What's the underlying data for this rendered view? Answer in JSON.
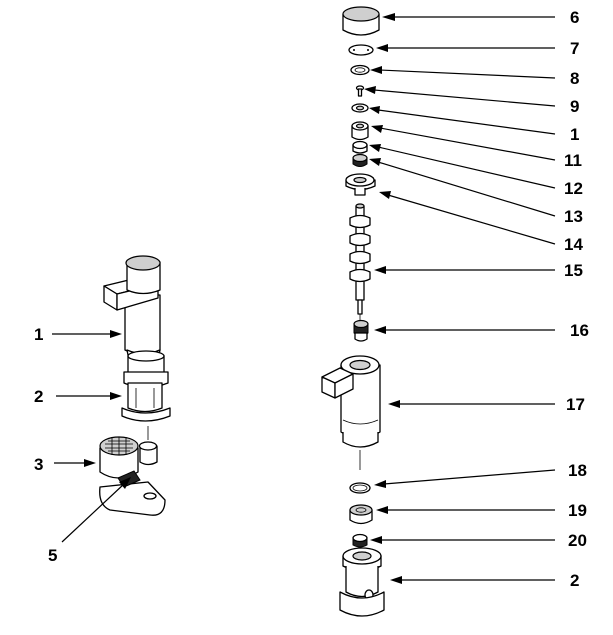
{
  "diagram": {
    "left_assembly": {
      "labels": [
        "1",
        "2",
        "3",
        "5"
      ]
    },
    "right_assembly": {
      "labels": [
        "6",
        "7",
        "8",
        "9",
        "1",
        "11",
        "12",
        "13",
        "14",
        "15",
        "16",
        "17",
        "18",
        "19",
        "20",
        "2"
      ]
    }
  }
}
